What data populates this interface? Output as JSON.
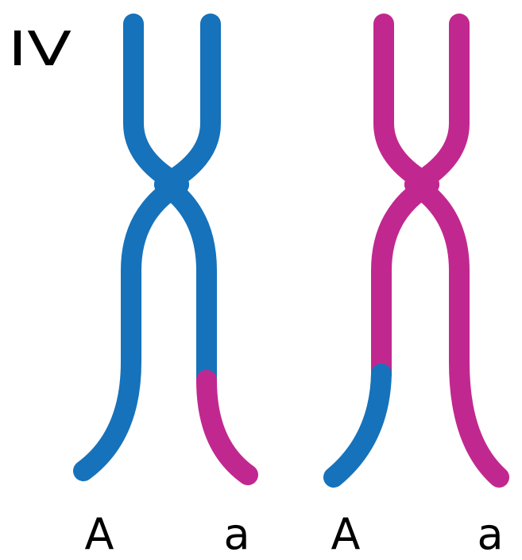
{
  "diagram": {
    "panel_label": "IV",
    "colors": {
      "blue": "#1672bb",
      "magenta": "#c1288f",
      "text": "#000000",
      "background": "#ffffff"
    },
    "chromosomes": [
      {
        "name": "left-chromosome",
        "base_color": "blue",
        "crossover_segment": "right-lower-arm",
        "crossover_color": "magenta",
        "allele_labels": [
          "A",
          "a"
        ]
      },
      {
        "name": "right-chromosome",
        "base_color": "magenta",
        "crossover_segment": "left-lower-arm",
        "crossover_color": "blue",
        "allele_labels": [
          "A",
          "a"
        ]
      }
    ]
  }
}
